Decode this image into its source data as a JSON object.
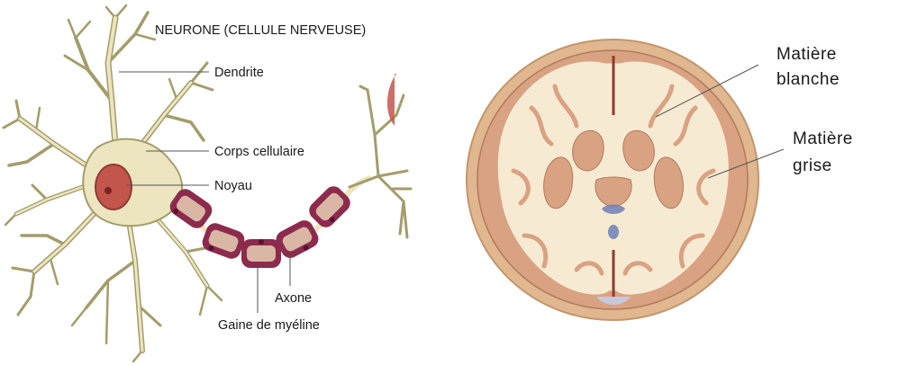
{
  "neuron": {
    "title": "NEURONE (CELLULE NERVEUSE)",
    "labels": {
      "dendrite": "Dendrite",
      "cell_body": "Corps cellulaire",
      "nucleus": "Noyau",
      "axon": "Axone",
      "myelin": "Gaine de myéline"
    }
  },
  "brain": {
    "labels": {
      "white_matter_1": "Matière",
      "white_matter_2": "blanche",
      "grey_matter_1": "Matière",
      "grey_matter_2": "grise"
    }
  },
  "colors": {
    "cell": "#ece5bf",
    "cell_outline": "#a39d6b",
    "nucleus": "#c2564c",
    "myelin_outer": "#8c2b4d",
    "myelin_inner": "#d9b7a4",
    "brain_outer": "#e0b78f",
    "brain_white": "#f7ead2",
    "brain_grey": "#d9a283"
  }
}
